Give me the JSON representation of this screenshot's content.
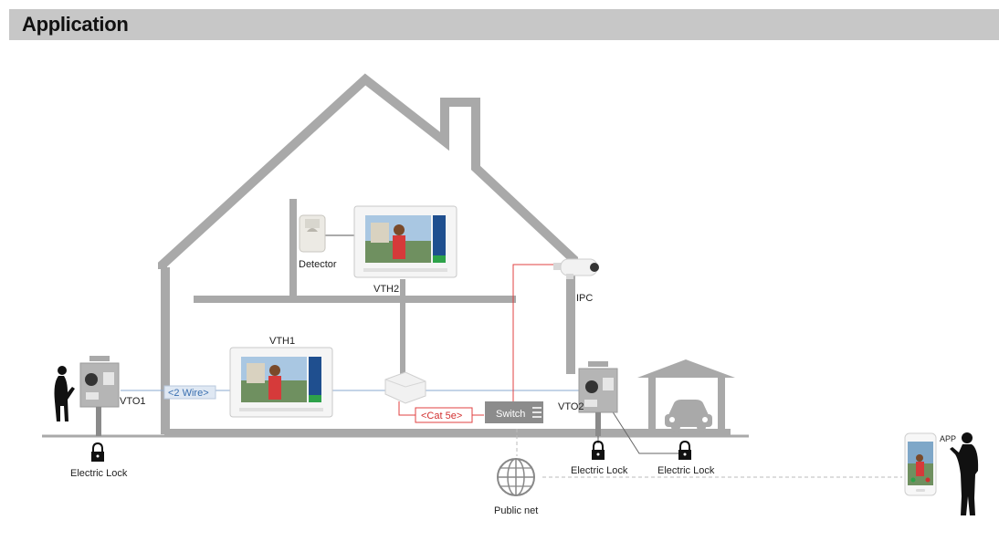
{
  "header": {
    "title": "Application"
  },
  "labels": {
    "detector": "Detector",
    "vth2": "VTH2",
    "vth1": "VTH1",
    "vto1": "VTO1",
    "vto2": "VTO2",
    "ipc": "IPC",
    "two_wire": "<2 Wire>",
    "cat5e": "<Cat 5e>",
    "switch": "Switch",
    "electric_lock_1": "Electric Lock",
    "electric_lock_2": "Electric Lock",
    "electric_lock_3": "Electric Lock",
    "public_net": "Public net",
    "app": "APP"
  },
  "colors": {
    "house": "#a9a9a9",
    "wire_blue": "#8aa9cf",
    "wire_red": "#e04040",
    "accent_green": "#2ea24a",
    "panel_blue": "#1f4f8f"
  }
}
